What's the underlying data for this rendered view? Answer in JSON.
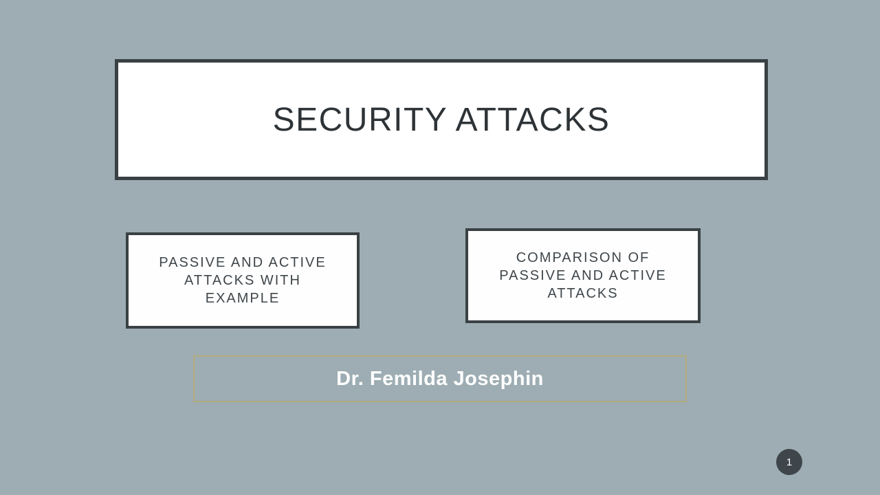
{
  "slide": {
    "title": "SECURITY ATTACKS",
    "cards": [
      {
        "label": "PASSIVE AND ACTIVE\nATTACKS WITH\nEXAMPLE"
      },
      {
        "label": "COMPARISON OF\nPASSIVE AND ACTIVE\nATTACKS"
      }
    ],
    "author": "Dr. Femilda Josephin",
    "page_number": "1",
    "colors": {
      "background": "#9dadb3",
      "box_border": "#3a4145",
      "box_fill": "#ffffff",
      "title_text": "#2e3337",
      "card_text": "#3f464b",
      "author_border": "#b4aa7d",
      "author_text": "#ffffff",
      "page_circle": "#3e464b",
      "page_number_text": "#ffffff"
    }
  }
}
